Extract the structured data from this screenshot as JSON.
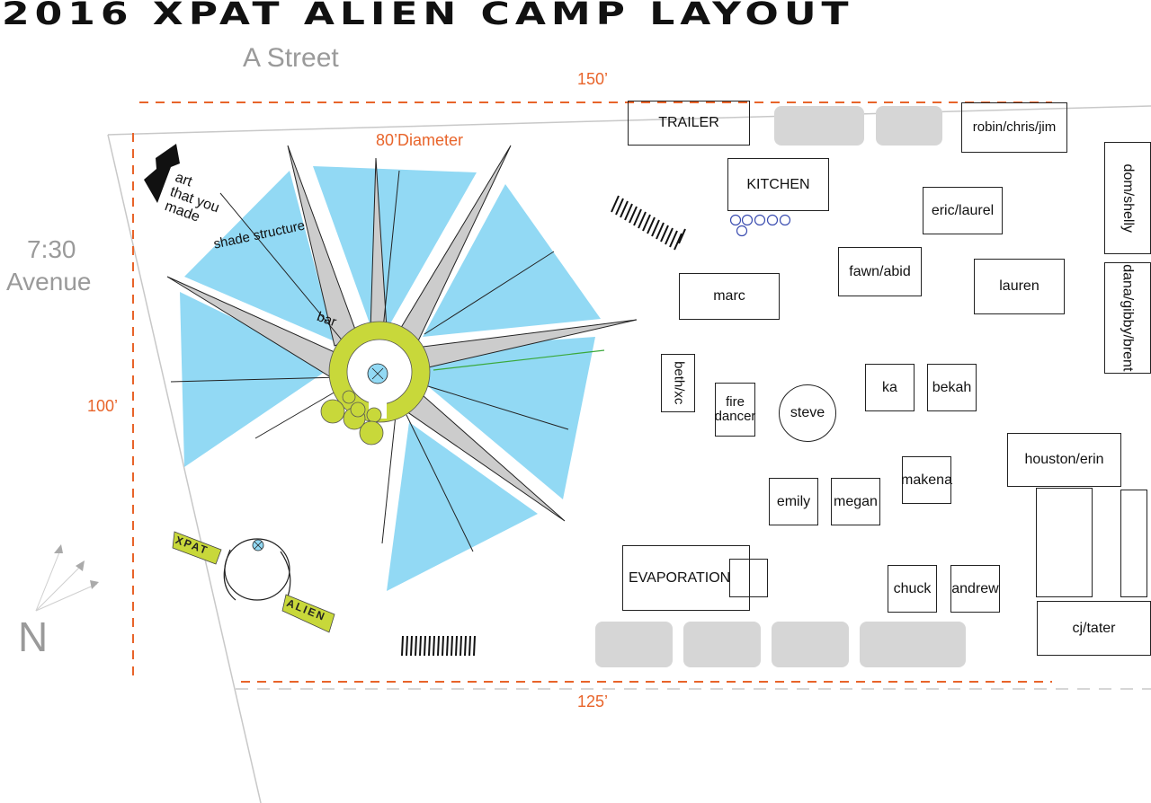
{
  "title": "2016 XPAT ALIEN CAMP LAYOUT",
  "streets": {
    "a_street": "A Street",
    "avenue_line1": "7:30",
    "avenue_line2": "Avenue"
  },
  "dimensions": {
    "top": "150’",
    "left": "100’",
    "bottom": "125’",
    "diameter": "80’Diameter"
  },
  "compass": {
    "north": "N"
  },
  "annotations": {
    "art": "art\nthat you\nmade",
    "shade": "shade structure",
    "bar": "bar"
  },
  "logo": {
    "top_word": "XPAT",
    "bottom_word": "ALIEN"
  },
  "sites": {
    "trailer": "TRAILER",
    "kitchen": "KITCHEN",
    "robin": "robin/chris/jim",
    "eric": "eric/laurel",
    "dom": "dom/shelly",
    "fawn": "fawn/abid",
    "lauren": "lauren",
    "dana": "dana/gibby/brent",
    "marc": "marc",
    "beth": "beth/xc",
    "fire": "fire\ndancer",
    "steve": "steve",
    "ka": "ka",
    "bekah": "bekah",
    "houston": "houston/erin",
    "makena": "makena",
    "emily": "emily",
    "megan": "megan",
    "evaporation": "EVAPORATION",
    "chuck": "chuck",
    "andrew": "andrew",
    "tater": "cj/tater"
  },
  "colors": {
    "dimension": "#e8642a",
    "shade": "#92d9f4",
    "spoke": "#cccccc",
    "bar": "#c8d83a",
    "pad": "#d6d6d6",
    "street_text": "#9a9a9a"
  }
}
